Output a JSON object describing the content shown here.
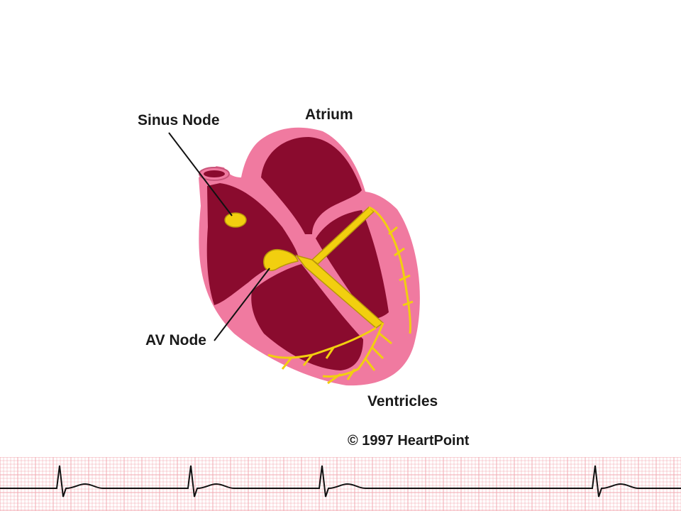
{
  "labels": {
    "sinus_node": "Sinus Node",
    "atrium": "Atrium",
    "av_node": "AV Node",
    "ventricles": "Ventricles",
    "copyright": "© 1997 HeartPoint"
  },
  "colors": {
    "tissue_outer": "#f07aa0",
    "tissue_light": "#f4a0bc",
    "chamber": "#8a0b2e",
    "conduction": "#f2cf0f",
    "conduction_outline": "#b8960a",
    "ecg_grid": "#f2a8b0",
    "ecg_trace": "#111111"
  },
  "ecg": {
    "beat_count": 4
  }
}
